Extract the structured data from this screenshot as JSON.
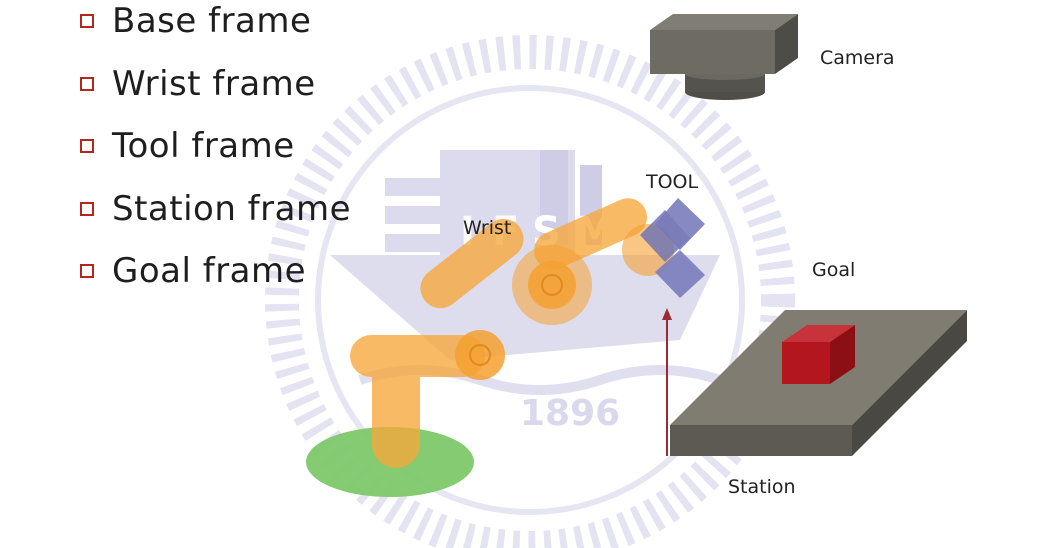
{
  "bullets": [
    {
      "label": "Base frame"
    },
    {
      "label": "Wrist frame"
    },
    {
      "label": "Tool frame"
    },
    {
      "label": "Station frame"
    },
    {
      "label": "Goal frame"
    }
  ],
  "labels": {
    "camera": "Camera",
    "tool": "TOOL",
    "wrist": "Wrist",
    "goal": "Goal",
    "station": "Station"
  },
  "watermark": {
    "letters": [
      "I",
      "F",
      "S",
      "M"
    ],
    "year": "1896"
  },
  "colors": {
    "arm": "#f7a73b",
    "joint": "#f5a030",
    "base": "#7dc86a",
    "tool": "#7d7fbe",
    "station_top": "#7f7b71",
    "station_front": "#5f5c55",
    "camera": "#6e6b63",
    "goal_box": "#b3161c",
    "arrow": "#9b2a35",
    "watermark": "#d9d8ec",
    "bullet_box": "#b4271c"
  }
}
